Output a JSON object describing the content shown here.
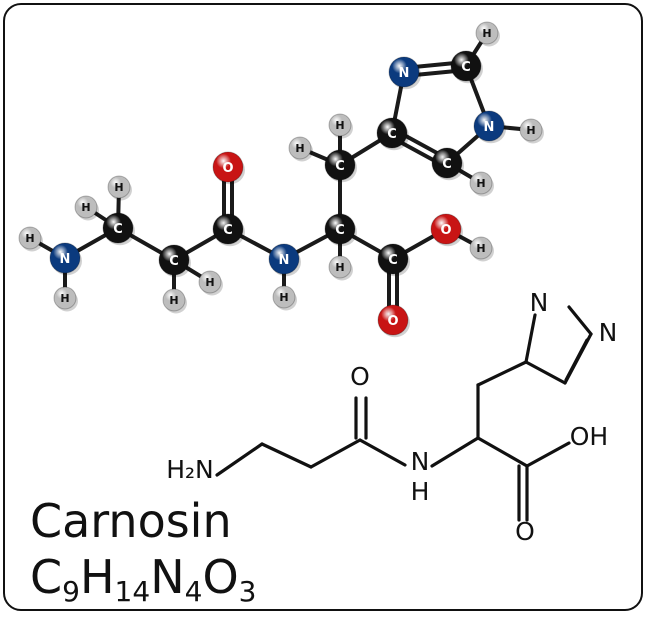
{
  "compound": {
    "name": "Carnosin",
    "formula_parts": [
      {
        "t": "C",
        "s": "9"
      },
      {
        "t": "H",
        "s": "14"
      },
      {
        "t": "N",
        "s": "4"
      },
      {
        "t": "O",
        "s": "3"
      }
    ]
  },
  "ball_model": {
    "element_colors": {
      "C": "#111111",
      "H": "#bdbdbd",
      "N": "#0b3a7e",
      "O": "#c81414"
    },
    "atoms": [
      {
        "id": "N1",
        "el": "N",
        "label": "N"
      },
      {
        "id": "C1",
        "el": "C",
        "label": "C"
      },
      {
        "id": "C2",
        "el": "C",
        "label": "C"
      },
      {
        "id": "C3",
        "el": "C",
        "label": "C"
      },
      {
        "id": "O1",
        "el": "O",
        "label": "O"
      },
      {
        "id": "N2",
        "el": "N",
        "label": "N"
      },
      {
        "id": "C4",
        "el": "C",
        "label": "C"
      },
      {
        "id": "C5",
        "el": "C",
        "label": "C"
      },
      {
        "id": "O2",
        "el": "O",
        "label": "O"
      },
      {
        "id": "O3",
        "el": "O",
        "label": "O"
      },
      {
        "id": "C6",
        "el": "C",
        "label": "C"
      },
      {
        "id": "C7",
        "el": "C",
        "label": "C"
      },
      {
        "id": "C8",
        "el": "C",
        "label": "C"
      },
      {
        "id": "N3",
        "el": "N",
        "label": "N"
      },
      {
        "id": "N4",
        "el": "N",
        "label": "N"
      },
      {
        "id": "C9",
        "el": "C",
        "label": "C"
      },
      {
        "id": "H1",
        "el": "H",
        "label": "H"
      },
      {
        "id": "H2",
        "el": "H",
        "label": "H"
      },
      {
        "id": "H3",
        "el": "H",
        "label": "H"
      },
      {
        "id": "H4",
        "el": "H",
        "label": "H"
      },
      {
        "id": "H5",
        "el": "H",
        "label": "H"
      },
      {
        "id": "H6",
        "el": "H",
        "label": "H"
      },
      {
        "id": "H7",
        "el": "H",
        "label": "H"
      },
      {
        "id": "H8",
        "el": "H",
        "label": "H"
      },
      {
        "id": "H9",
        "el": "H",
        "label": "H"
      },
      {
        "id": "H10",
        "el": "H",
        "label": "H"
      },
      {
        "id": "H11",
        "el": "H",
        "label": "H"
      },
      {
        "id": "H12",
        "el": "H",
        "label": "H"
      },
      {
        "id": "H13",
        "el": "H",
        "label": "H"
      },
      {
        "id": "H14",
        "el": "H",
        "label": "H"
      }
    ],
    "bonds": [
      [
        "N1",
        "C1",
        1
      ],
      [
        "C1",
        "C2",
        1
      ],
      [
        "C2",
        "C3",
        1
      ],
      [
        "C3",
        "O1",
        2
      ],
      [
        "C3",
        "N2",
        1
      ],
      [
        "N2",
        "C4",
        1
      ],
      [
        "C4",
        "C5",
        1
      ],
      [
        "C5",
        "O2",
        2
      ],
      [
        "C5",
        "O3",
        1
      ],
      [
        "C4",
        "C6",
        1
      ],
      [
        "C6",
        "C7",
        1
      ],
      [
        "C7",
        "C8",
        2
      ],
      [
        "C8",
        "N3",
        1
      ],
      [
        "N3",
        "C9",
        1
      ],
      [
        "C9",
        "N4",
        2
      ],
      [
        "N4",
        "C7",
        1
      ],
      [
        "N1",
        "H1",
        1
      ],
      [
        "N1",
        "H2",
        1
      ],
      [
        "C1",
        "H3",
        1
      ],
      [
        "C1",
        "H4",
        1
      ],
      [
        "C2",
        "H5",
        1
      ],
      [
        "C2",
        "H6",
        1
      ],
      [
        "N2",
        "H7",
        1
      ],
      [
        "C4",
        "H8",
        1
      ],
      [
        "C6",
        "H9",
        1
      ],
      [
        "C6",
        "H10",
        1
      ],
      [
        "O3",
        "H11",
        1
      ],
      [
        "C8",
        "H12",
        1
      ],
      [
        "N3",
        "H13",
        1
      ],
      [
        "C9",
        "H14",
        1
      ]
    ]
  },
  "skeletal": {
    "labels": [
      {
        "id": "amine",
        "text": "H₂N"
      },
      {
        "id": "amide-o",
        "text": "O"
      },
      {
        "id": "amide-n",
        "text": "N"
      },
      {
        "id": "amide-h",
        "text": "H"
      },
      {
        "id": "acid-oh",
        "text": "OH"
      },
      {
        "id": "acid-o",
        "text": "O"
      },
      {
        "id": "ring-n-top",
        "text": "N"
      },
      {
        "id": "ring-n-right",
        "text": "N"
      }
    ]
  }
}
